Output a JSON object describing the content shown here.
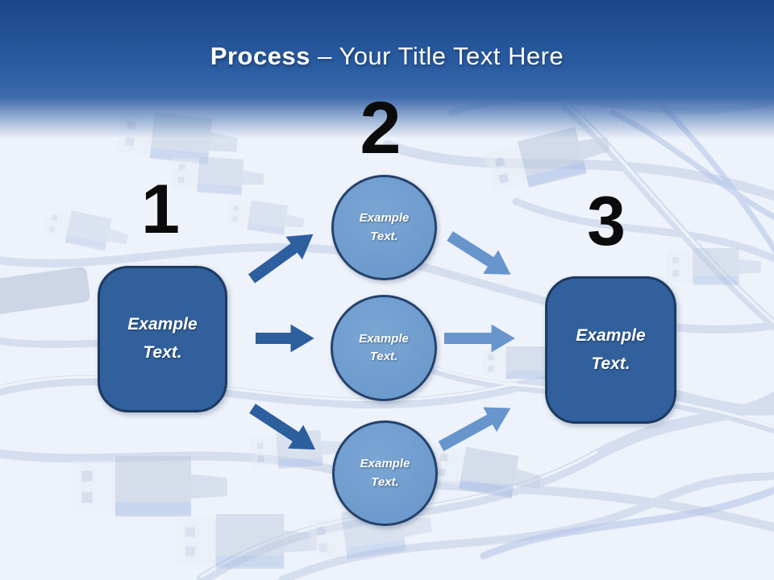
{
  "slide_title": {
    "bold": "Process",
    "rest": " – Your Title Text Here"
  },
  "steps": {
    "step1": {
      "number": "1",
      "label": "Example Text."
    },
    "step2": {
      "number": "2",
      "circle_top_label": "Example Text.",
      "circle_middle_label": "Example Text.",
      "circle_bottom_label": "Example Text."
    },
    "step3": {
      "number": "3",
      "label": "Example Text."
    }
  },
  "colors": {
    "header_top": "#1a478a",
    "header_mid": "#2c5ea3",
    "title_text": "#ffffff",
    "number_text": "#0b0b0b",
    "box_fill": "#31609c",
    "box_border": "#1c3a60",
    "circle_fill": "#6d9bcd",
    "circle_border": "#24426b",
    "shape_text": "#ffffff",
    "arrow_dark": "#2d5f9e",
    "arrow_light": "#6795cc"
  }
}
